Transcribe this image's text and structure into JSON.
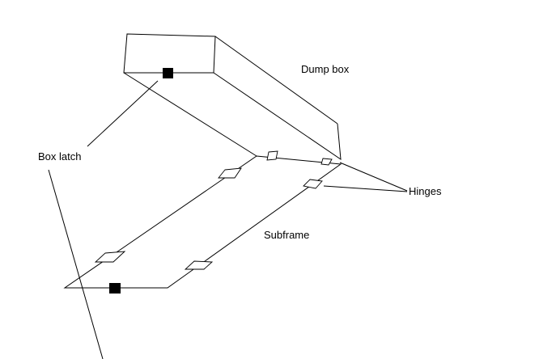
{
  "labels": {
    "dump_box": "Dump box",
    "box_latch": "Box latch",
    "hinges": "Hinges",
    "subframe": "Subframe"
  },
  "colors": {
    "stroke": "#000000",
    "background": "#ffffff"
  }
}
